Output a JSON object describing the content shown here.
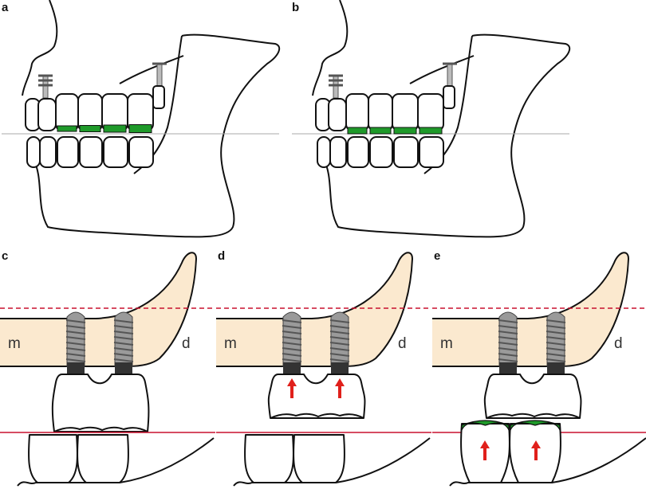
{
  "panels": [
    {
      "label": "a",
      "type": "jaw",
      "contacts": "anterior"
    },
    {
      "label": "b",
      "type": "jaw",
      "contacts": "posterior"
    },
    {
      "label": "c",
      "type": "implant",
      "mesial": "m",
      "distal": "d",
      "state": "initial"
    },
    {
      "label": "d",
      "type": "implant",
      "mesial": "m",
      "distal": "d",
      "state": "implant-crown-intrusion"
    },
    {
      "label": "e",
      "type": "implant",
      "mesial": "m",
      "distal": "d",
      "state": "antagonist-extrusion"
    }
  ],
  "colors": {
    "contact_green": "#1f9a2a",
    "bone": "#fbe9cf",
    "reference_red": "#c8102e",
    "arrow_red": "#e0201b",
    "implant_grey": "#8a8a8a"
  }
}
